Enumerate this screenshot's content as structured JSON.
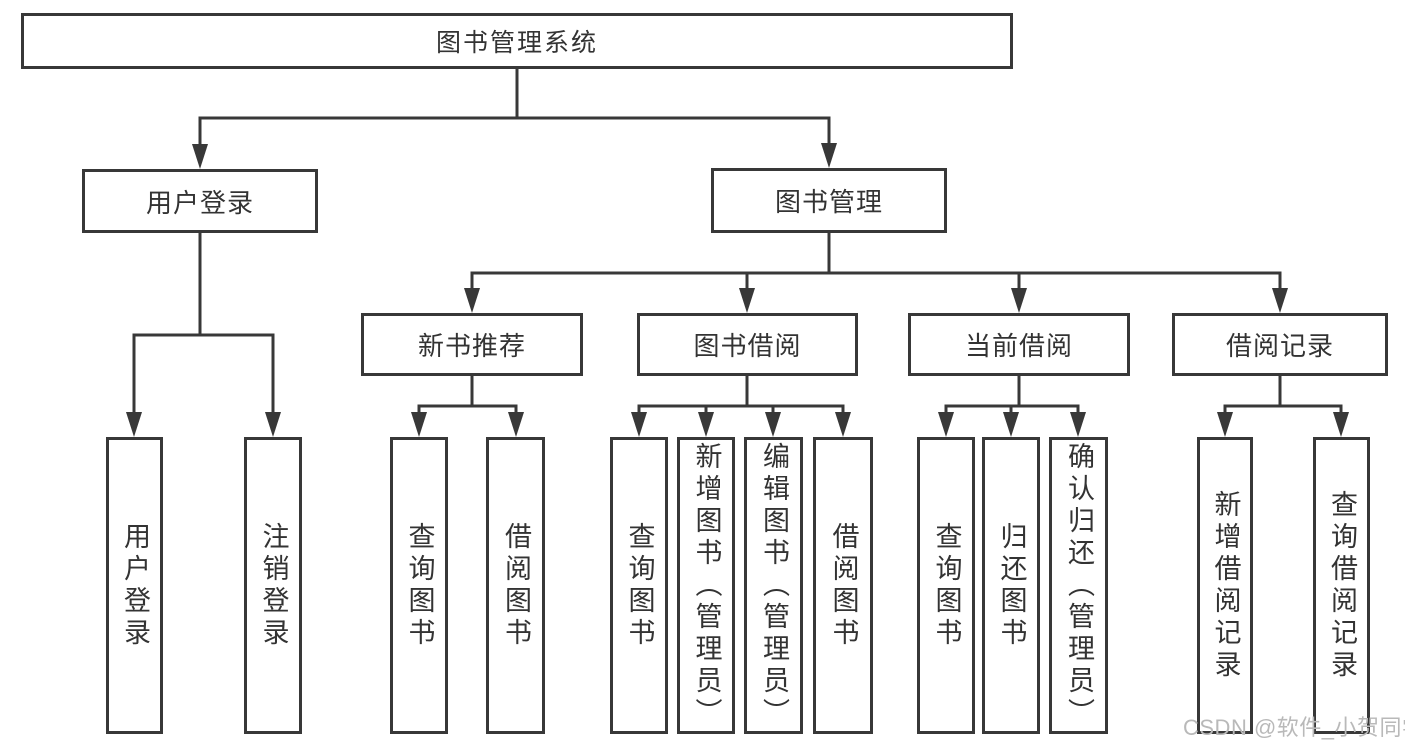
{
  "diagram": {
    "title": "图书管理系统",
    "colors": {
      "line": "#383838",
      "box_border": "#383838",
      "text": "#333333",
      "background": "#ffffff",
      "watermark": "#b9b9b9"
    },
    "nodes": {
      "root": "图书管理系统",
      "user_login": "用户登录",
      "book_management": "图书管理",
      "new_book_recommend": "新书推荐",
      "book_borrow": "图书借阅",
      "current_borrow": "当前借阅",
      "borrow_records": "借阅记录",
      "leaf_user_login": "用户登录",
      "leaf_logout": "注销登录",
      "leaf_nb_query_books": "查询图书",
      "leaf_nb_borrow_books": "借阅图书",
      "leaf_bb_query_books": "查询图书",
      "leaf_bb_add_books": "新增图书（管理员）",
      "leaf_bb_edit_books": "编辑图书（管理员）",
      "leaf_bb_borrow_books": "借阅图书",
      "leaf_cb_query_books": "查询图书",
      "leaf_cb_return_books": "归还图书",
      "leaf_cb_confirm_return": "确认归还（管理员）",
      "leaf_br_add_record": "新增借阅记录",
      "leaf_br_query_record": "查询借阅记录"
    }
  },
  "watermark": "CSDN @软件_小贺同学"
}
